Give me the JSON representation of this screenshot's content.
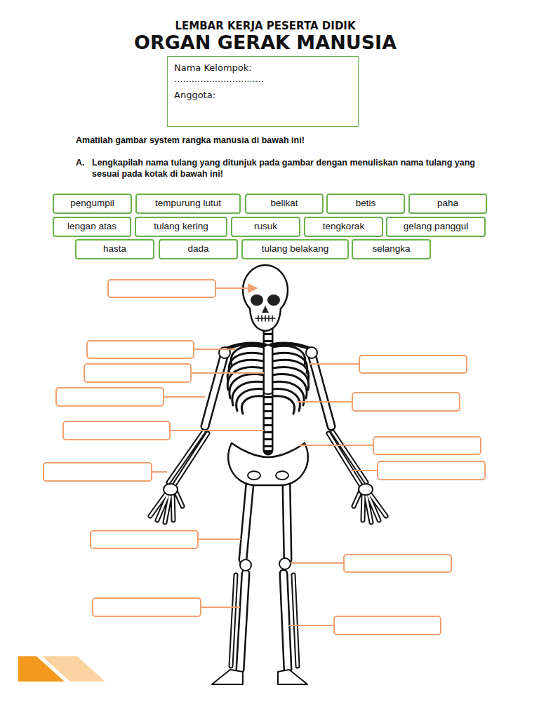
{
  "diagram": {
    "title": "ORGAN GERAK MANUSIA",
    "nodes": [
      {
        "text": [
          "Nama Kelompok: ...............................",
          "Anggota:"
        ]
      },
      {
        "text": [
          "pengumpil"
        ]
      },
      {
        "text": [
          "tempurung lutut"
        ]
      },
      {
        "text": [
          "belikat"
        ]
      },
      {
        "text": [
          "betis"
        ]
      },
      {
        "text": [
          "paha"
        ]
      },
      {
        "text": [
          "lengan atas"
        ]
      },
      {
        "text": [
          "tulang kering"
        ]
      },
      {
        "text": [
          "rusuk"
        ]
      },
      {
        "text": [
          "tengkorak"
        ]
      },
      {
        "text": [
          "gelang panggul"
        ]
      },
      {
        "text": [
          "hasta"
        ]
      },
      {
        "text": [
          "dada"
        ]
      },
      {
        "text": [
          "tulang belakang"
        ]
      },
      {
        "text": [
          "selangka"
        ]
      }
    ],
    "labels": [
      "LEMBAR KERJA PESERTA DIDIK",
      "Amatilah gambar system rangka manusia di bawah ini!",
      "A.",
      "Lengkapilah nama tulang yang ditunjuk pada gambar dengan menuliskan nama tulang yang sesuai pada kotak di bawah ini!"
    ]
  }
}
